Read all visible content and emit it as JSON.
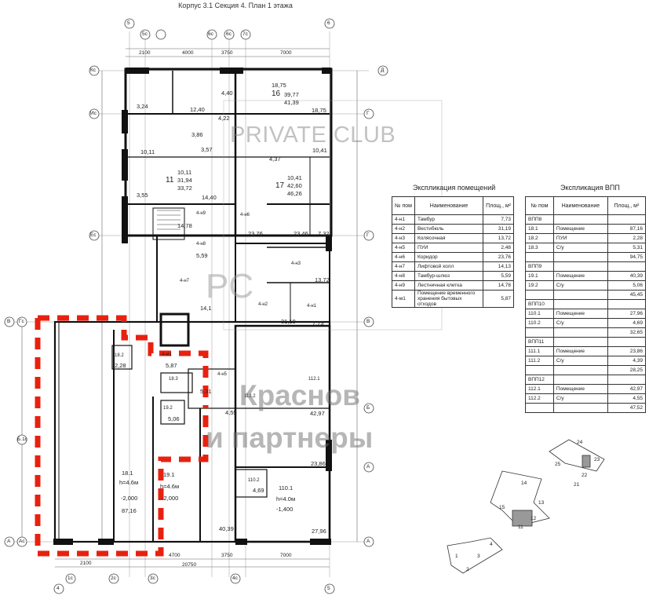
{
  "title": "Корпус 3.1 Секция 4. План 1 этажа",
  "watermarks": {
    "club": "PRIVATE CLUB",
    "logo": "PC",
    "brand_line1": "Краснов",
    "brand_line2": "и партнеры"
  },
  "colors": {
    "highlight": "#e8210f",
    "wall": "#111111"
  },
  "axis_labels": {
    "top": [
      "5",
      "5с",
      "6с",
      "6с",
      "7с",
      "6"
    ],
    "bottom": [
      "4",
      "1с",
      "2с",
      "3с",
      "4с",
      "5"
    ],
    "left": [
      "Кс",
      "Ис",
      "Ес",
      "В",
      "Гс",
      "Б.1с",
      "А",
      "Ас"
    ],
    "right": [
      "Д",
      "Г",
      "Г",
      "В",
      "Б",
      "А",
      "А"
    ]
  },
  "dimensions_top": [
    "2100",
    "4000",
    "3750",
    "7000"
  ],
  "dimensions_bottom": [
    "2100",
    "4700",
    "3750",
    "7000",
    "20750"
  ],
  "rooms": {
    "apt16": [
      "18,75",
      "16",
      "39,77",
      "41,39"
    ],
    "apt11": [
      "10,11",
      "11",
      "31,94",
      "33,72"
    ],
    "apt17": [
      "10,41",
      "17",
      "42,60",
      "46,26"
    ],
    "areas": [
      "3,24",
      "12,40",
      "4,40",
      "18,75",
      "4,22",
      "3,86",
      "3,57",
      "10,11",
      "10,41",
      "4,37",
      "3,55",
      "14,40",
      "14,78",
      "23,76",
      "23,46",
      "7,32",
      "5,59",
      "13,72",
      "7,73",
      "31,19",
      "14,1",
      "5,87",
      "2,28",
      "5,31",
      "5,06",
      "4,55",
      "42,97",
      "23,86",
      "4,69",
      "40,39",
      "27,96"
    ],
    "unit18": [
      "18.1",
      "h=4.6м",
      "-2,000",
      "87,16"
    ],
    "unit19": [
      "19.1",
      "h=4.6м",
      "-2,000"
    ],
    "unit110": [
      "110.1",
      "h=4.0м",
      "-1,400"
    ],
    "tags": [
      "4-н9",
      "4-н6",
      "4-н8",
      "4-н7",
      "4-н3",
      "4-н2",
      "4-н1",
      "4-м1",
      "4-н5",
      "18.2",
      "18.3",
      "19.2",
      "112.2",
      "112.1",
      "110.2"
    ]
  },
  "table1": {
    "title": "Экспликация помещений",
    "headers": [
      "№ пом",
      "Наименование",
      "Площ., м²"
    ],
    "rows": [
      [
        "4-н1",
        "Тамбур",
        "7,73"
      ],
      [
        "4-н2",
        "Вестибюль",
        "31,19"
      ],
      [
        "4-н3",
        "Колясочная",
        "13,72"
      ],
      [
        "4-н5",
        "ПУИ",
        "2,48"
      ],
      [
        "4-н6",
        "Коридор",
        "23,76"
      ],
      [
        "4-н7",
        "Лифтовой холл",
        "14,13"
      ],
      [
        "4-н8",
        "Тамбур-шлюз",
        "5,59"
      ],
      [
        "4-н9",
        "Лестничная клетка",
        "14,78"
      ],
      [
        "4-м1",
        "Помещение временного хранения бытовых отходов",
        "5,87"
      ]
    ]
  },
  "table2": {
    "title": "Экспликация ВПП",
    "headers": [
      "№ пом",
      "Наименование",
      "Площ., м²"
    ],
    "rows": [
      [
        "ВПП8",
        "",
        ""
      ],
      [
        "18.1",
        "Помещение",
        "87,16"
      ],
      [
        "18.2",
        "ПУИ",
        "2,28"
      ],
      [
        "18.3",
        "С/у",
        "5,31"
      ],
      [
        "",
        "",
        "94,75"
      ],
      [
        "ВПП9",
        "",
        ""
      ],
      [
        "19.1",
        "Помещение",
        "40,39"
      ],
      [
        "19.2",
        "С/у",
        "5,06"
      ],
      [
        "",
        "",
        "45,45"
      ],
      [
        "ВПП10",
        "",
        ""
      ],
      [
        "110.1",
        "Помещение",
        "27,96"
      ],
      [
        "110.2",
        "С/у",
        "4,69"
      ],
      [
        "",
        "",
        "32,65"
      ],
      [
        "ВПП11",
        "",
        ""
      ],
      [
        "111.1",
        "Помещение",
        "23,86"
      ],
      [
        "111.2",
        "С/у",
        "4,39"
      ],
      [
        "",
        "",
        "28,25"
      ],
      [
        "ВПП12",
        "",
        ""
      ],
      [
        "112.1",
        "Помещение",
        "42,97"
      ],
      [
        "112.2",
        "С/у",
        "4,55"
      ],
      [
        "",
        "",
        "47,52"
      ]
    ]
  },
  "key_plan": {
    "numbers": [
      "24",
      "23",
      "25",
      "22",
      "21",
      "14",
      "13",
      "15",
      "12",
      "11",
      "1",
      "2",
      "3",
      "4"
    ]
  }
}
